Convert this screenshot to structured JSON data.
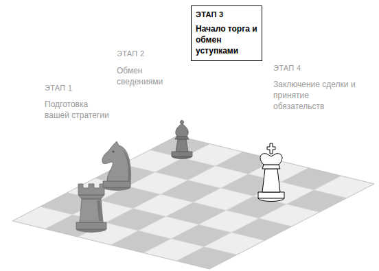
{
  "diagram": {
    "nodes": [
      {
        "text": [
          "ЭТАП 3",
          "Начало торга и обмен уступками"
        ]
      }
    ],
    "labels": [
      "ЭТАП 1",
      "Подготовка вашей стратегии",
      "ЭТАП 2",
      "Обмен сведениями",
      "ЭТАП 4",
      "Заключение сделки и принятие обязательств"
    ]
  }
}
